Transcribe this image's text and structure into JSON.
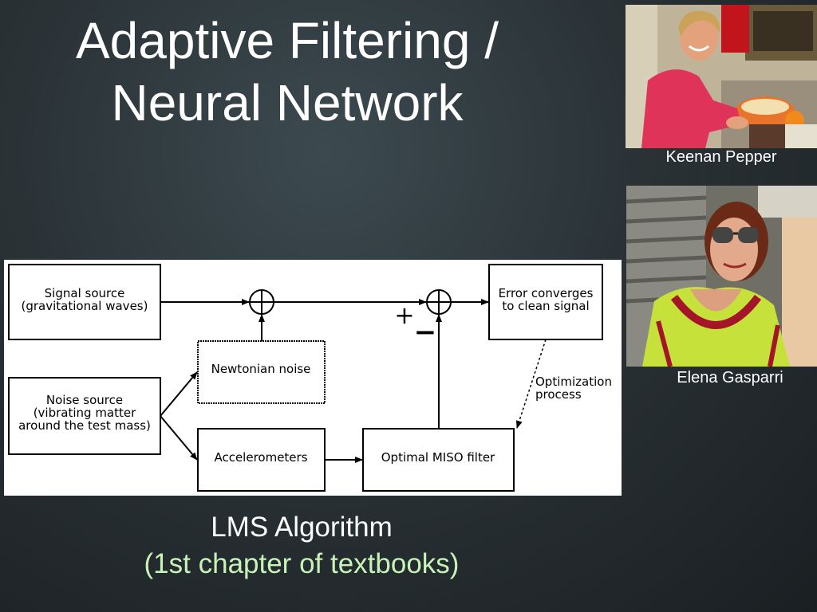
{
  "slide": {
    "title_line1": "Adaptive Filtering /",
    "title_line2": "Neural Network",
    "bottom_line1": "LMS Algorithm",
    "bottom_line2": "(1st chapter of textbooks)"
  },
  "photos": [
    {
      "caption": "Keenan Pepper"
    },
    {
      "caption": "Elena Gasparri"
    }
  ],
  "diagram": {
    "signal_source_1": "Signal source",
    "signal_source_2": "(gravitational waves)",
    "noise_source_1": "Noise source",
    "noise_source_2": "(vibrating matter",
    "noise_source_3": "around the test mass)",
    "newtonian": "Newtonian noise",
    "accelerometers": "Accelerometers",
    "miso": "Optimal MISO filter",
    "error_1": "Error converges",
    "error_2": "to clean signal",
    "optim_1": "Optimization",
    "optim_2": "process",
    "plus": "+",
    "minus": "−"
  },
  "colors": {
    "caption_green": "#c8f3b8",
    "shirt_red": "#e0335a",
    "dress_lime": "#c6e23a"
  }
}
